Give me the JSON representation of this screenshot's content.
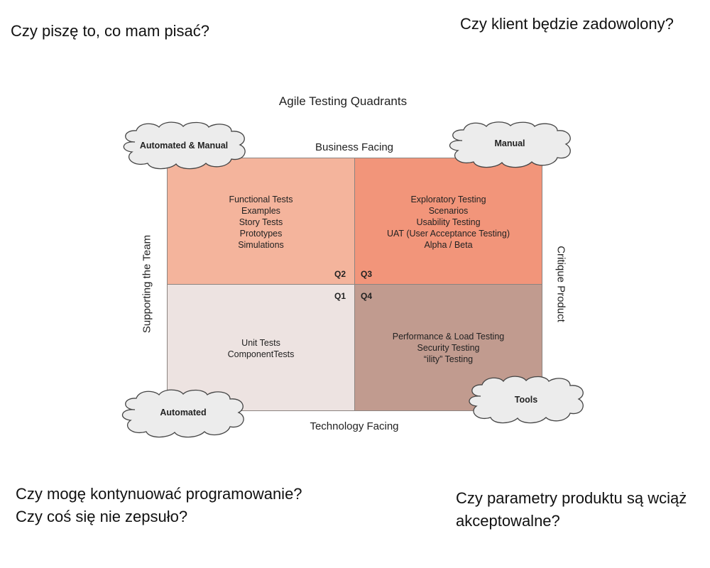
{
  "questions": {
    "top_left": [
      "Czy piszę to, co mam pisać?"
    ],
    "top_right": [
      "Czy klient będzie zadowolony?"
    ],
    "bottom_left": [
      "Czy mogę kontynuować programowanie?",
      "Czy coś się nie zepsuło?"
    ],
    "bottom_right": [
      "Czy parametry produktu są wciąż",
      "akceptowalne?"
    ]
  },
  "diagram": {
    "title": "Agile Testing Quadrants",
    "axes": {
      "top": "Business Facing",
      "bottom": "Technology Facing",
      "left": "Supporting the Team",
      "right": "Critique Product"
    },
    "quadrants": {
      "q2": {
        "id": "Q2",
        "items": [
          "Functional Tests",
          "Examples",
          "Story Tests",
          "Prototypes",
          "Simulations"
        ]
      },
      "q3": {
        "id": "Q3",
        "items": [
          "Exploratory Testing",
          "Scenarios",
          "Usability Testing",
          "UAT (User Acceptance Testing)",
          "Alpha / Beta"
        ]
      },
      "q1": {
        "id": "Q1",
        "items": [
          "Unit Tests",
          "ComponentTests"
        ]
      },
      "q4": {
        "id": "Q4",
        "items": [
          "Performance & Load Testing",
          "Security Testing",
          "“ility” Testing"
        ]
      }
    },
    "clouds": {
      "top_left": "Automated & Manual",
      "top_right": "Manual",
      "bottom_left": "Automated",
      "bottom_right": "Tools"
    },
    "colors": {
      "q2": "#f4b49c",
      "q3": "#f2957a",
      "q1": "#ede3e1",
      "q4": "#c19b8f",
      "cloud": "#ececec"
    }
  }
}
